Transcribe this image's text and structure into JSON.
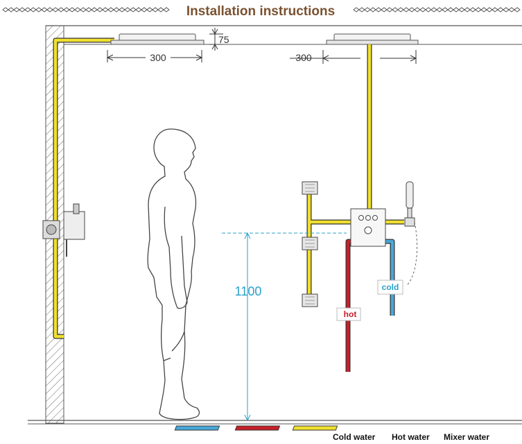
{
  "title": "Installation instructions",
  "dimensions": {
    "ceiling_gap": "75",
    "left_shower_width": "300",
    "right_shower_width": "300",
    "valve_height": "1100"
  },
  "labels": {
    "cold": "cold",
    "hot": "hot"
  },
  "legend": [
    {
      "label": "Cold water",
      "color": "#48a8d8"
    },
    {
      "label": "Hot water",
      "color": "#c8202a"
    },
    {
      "label": "Mixer water",
      "color": "#f0e030"
    }
  ],
  "colors": {
    "mixer": "#f0e030",
    "hot": "#c8202a",
    "cold": "#48a8d8",
    "dim_blue": "#2aa0c8",
    "title": "#7a5230"
  }
}
